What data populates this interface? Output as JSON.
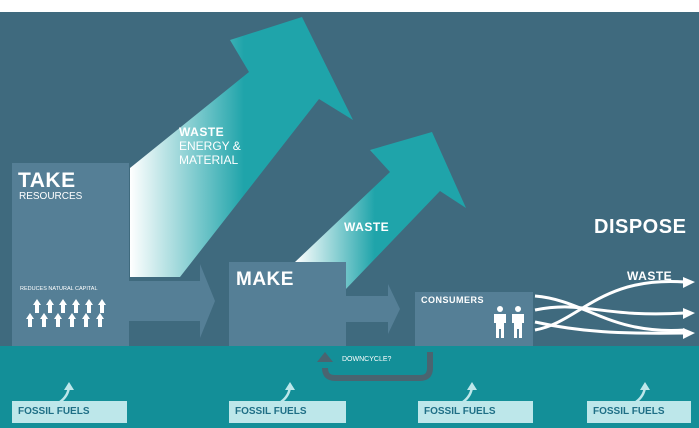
{
  "stages": {
    "take": {
      "title": "TAKE",
      "subtitle": "RESOURCES",
      "note": "REDUCES NATURAL CAPITAL"
    },
    "make": {
      "title": "MAKE"
    },
    "consumers": {
      "title": "CONSUMERS"
    },
    "dispose": {
      "title": "DISPOSE",
      "label": "WASTE"
    }
  },
  "waste_arrows": [
    {
      "lines": [
        "WASTE",
        "ENERGY &",
        "MATERIAL"
      ]
    },
    {
      "lines": [
        "WASTE"
      ]
    }
  ],
  "downcycle": "DOWNCYCLE?",
  "fossil_fuels": [
    "FOSSIL FUELS",
    "FOSSIL FUELS",
    "FOSSIL FUELS",
    "FOSSIL FUELS"
  ],
  "colors": {
    "background": "#3f6a7e",
    "box": "#557f96",
    "teal": "#1fa4aa",
    "ground": "#138f98",
    "label_bg": "#bde7ea",
    "label_text": "#1f6f86"
  }
}
